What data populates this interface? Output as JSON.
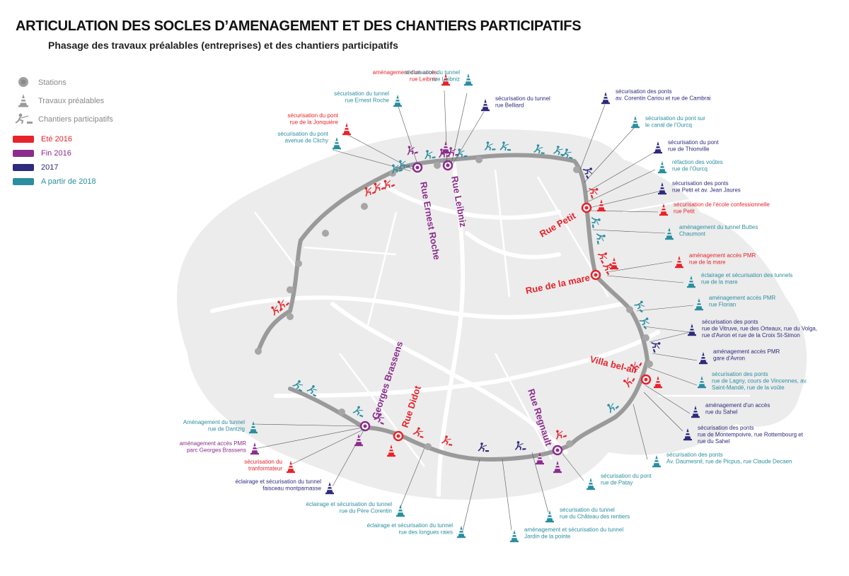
{
  "title": "ARTICULATION DES SOCLES D’AMENAGEMENT ET DES CHANTIERS PARTICIPATIFS",
  "subtitle": "Phasage des travaux préalables (entreprises) et des chantiers participatifs",
  "colors": {
    "ete2016": "#e8232b",
    "fin2016": "#8b2d8c",
    "y2017": "#2e2a7c",
    "from2018": "#2a8ea0",
    "rail": "#9a9a9a",
    "city": "#ececec",
    "gray_text": "#888888"
  },
  "legend": {
    "stations": "Stations",
    "travaux": "Travaux préalables",
    "chantiers": "Chantiers participatifs",
    "ete2016": "Eté 2016",
    "fin2016": "Fin 2016",
    "y2017": "2017",
    "from2018": "A partir de 2018"
  },
  "sites": {
    "ernest_roche": "Rue Ernest Roche",
    "leibniz": "Rue Leibniz",
    "petit": "Rue Petit",
    "la_mare": "Rue de la mare",
    "bel_air": "Villa bel-air",
    "regnault": "Rue Regnault",
    "didot": "Rue Didot",
    "brassens": "Georges Brassens"
  },
  "labels": [
    {
      "l1": "aménagement d'un accès",
      "l2": "rue Leibniz",
      "phase": "ete2016"
    },
    {
      "l1": "sécurisation du tunnel",
      "l2": "rue Leibniz",
      "phase": "from2018"
    },
    {
      "l1": "sécurisation du tunnel",
      "l2": "rue Ernest Roche",
      "phase": "from2018"
    },
    {
      "l1": "sécurisation du tunnel",
      "l2": "rue Belliard",
      "phase": "y2017"
    },
    {
      "l1": "sécurisation du pont",
      "l2": "rue de la Jonquière",
      "phase": "ete2016"
    },
    {
      "l1": "sécurisation du pont",
      "l2": "avenue de Clichy",
      "phase": "from2018"
    },
    {
      "l1": "sécurisation des ponts",
      "l2": "av. Corentin Cariou et rue de Cambrai",
      "phase": "y2017"
    },
    {
      "l1": "sécurisation du pont sur",
      "l2": "le canal de l'Ourcq",
      "phase": "from2018"
    },
    {
      "l1": "sécurisation du pont",
      "l2": "rue de Thionville",
      "phase": "y2017"
    },
    {
      "l1": "réfaction des voûtes",
      "l2": "rue de l'Ourcq",
      "phase": "from2018"
    },
    {
      "l1": "sécurisation des ponts",
      "l2": "rue Petit et av. Jean Jaures",
      "phase": "y2017"
    },
    {
      "l1": "sécurisation de l'école confessionnelle",
      "l2": "rue Petit",
      "phase": "ete2016"
    },
    {
      "l1": "aménagement du tunnel Buttes",
      "l2": "Chaumont",
      "phase": "from2018"
    },
    {
      "l1": "aménagement accès PMR",
      "l2": "rue de la mare",
      "phase": "ete2016"
    },
    {
      "l1": "éclairage et sécurisation des tunnels",
      "l2": "rue de la mare",
      "phase": "from2018"
    },
    {
      "l1": "aménagement accès PMR",
      "l2": "rue Florian",
      "phase": "from2018"
    },
    {
      "l1": "sécurisation des ponts",
      "l2": "rue de Vitruve, rue des Orteaux, rue du Volga,",
      "l3": "rue d'Avron et rue de la Croix St-Simon",
      "phase": "y2017"
    },
    {
      "l1": "aménagement accès PMR",
      "l2": "gare d'Avron",
      "phase": "y2017"
    },
    {
      "l1": "sécurisation des ponts",
      "l2": "rue de Lagny, cours de Vincennes, av.",
      "l3": "Saint-Mandé, rue de la voûte",
      "phase": "from2018"
    },
    {
      "l1": "aménagement d'un accès",
      "l2": "rue du Sahel",
      "phase": "y2017"
    },
    {
      "l1": "sécurisation des ponts",
      "l2": "rue de Montempoivre, rue Rottembourg et",
      "l3": "rue du Sahel",
      "phase": "y2017"
    },
    {
      "l1": "sécurisation des ponts",
      "l2": "Av. Daumesnil, rue de Picpus, rue Claude Decaen",
      "phase": "from2018"
    },
    {
      "l1": "sécurisation du pont",
      "l2": "rue de Patay",
      "phase": "from2018"
    },
    {
      "l1": "sécurisation du tunnel",
      "l2": "rue du Château des rentiers",
      "phase": "from2018"
    },
    {
      "l1": "aménagement et sécurisation du tunnel",
      "l2": "Jardin de la pointe",
      "phase": "from2018"
    },
    {
      "l1": "éclairage et sécurisation du tunnel",
      "l2": "rue des longues raies",
      "phase": "from2018"
    },
    {
      "l1": "éclairage et sécurisation du tunnel",
      "l2": "rue du Père Corentin",
      "phase": "from2018"
    },
    {
      "l1": "éclairage et sécurisation du tunnel",
      "l2": "faisceau montparnasse",
      "phase": "y2017"
    },
    {
      "l1": "sécurisation du",
      "l2": "tranformateur",
      "phase": "ete2016"
    },
    {
      "l1": "aménagement accès PMR",
      "l2": "parc Georges Brassens",
      "phase": "fin2016"
    },
    {
      "l1": "Aménagement du tunnel",
      "l2": "rue de Dantzig",
      "phase": "from2018"
    }
  ]
}
